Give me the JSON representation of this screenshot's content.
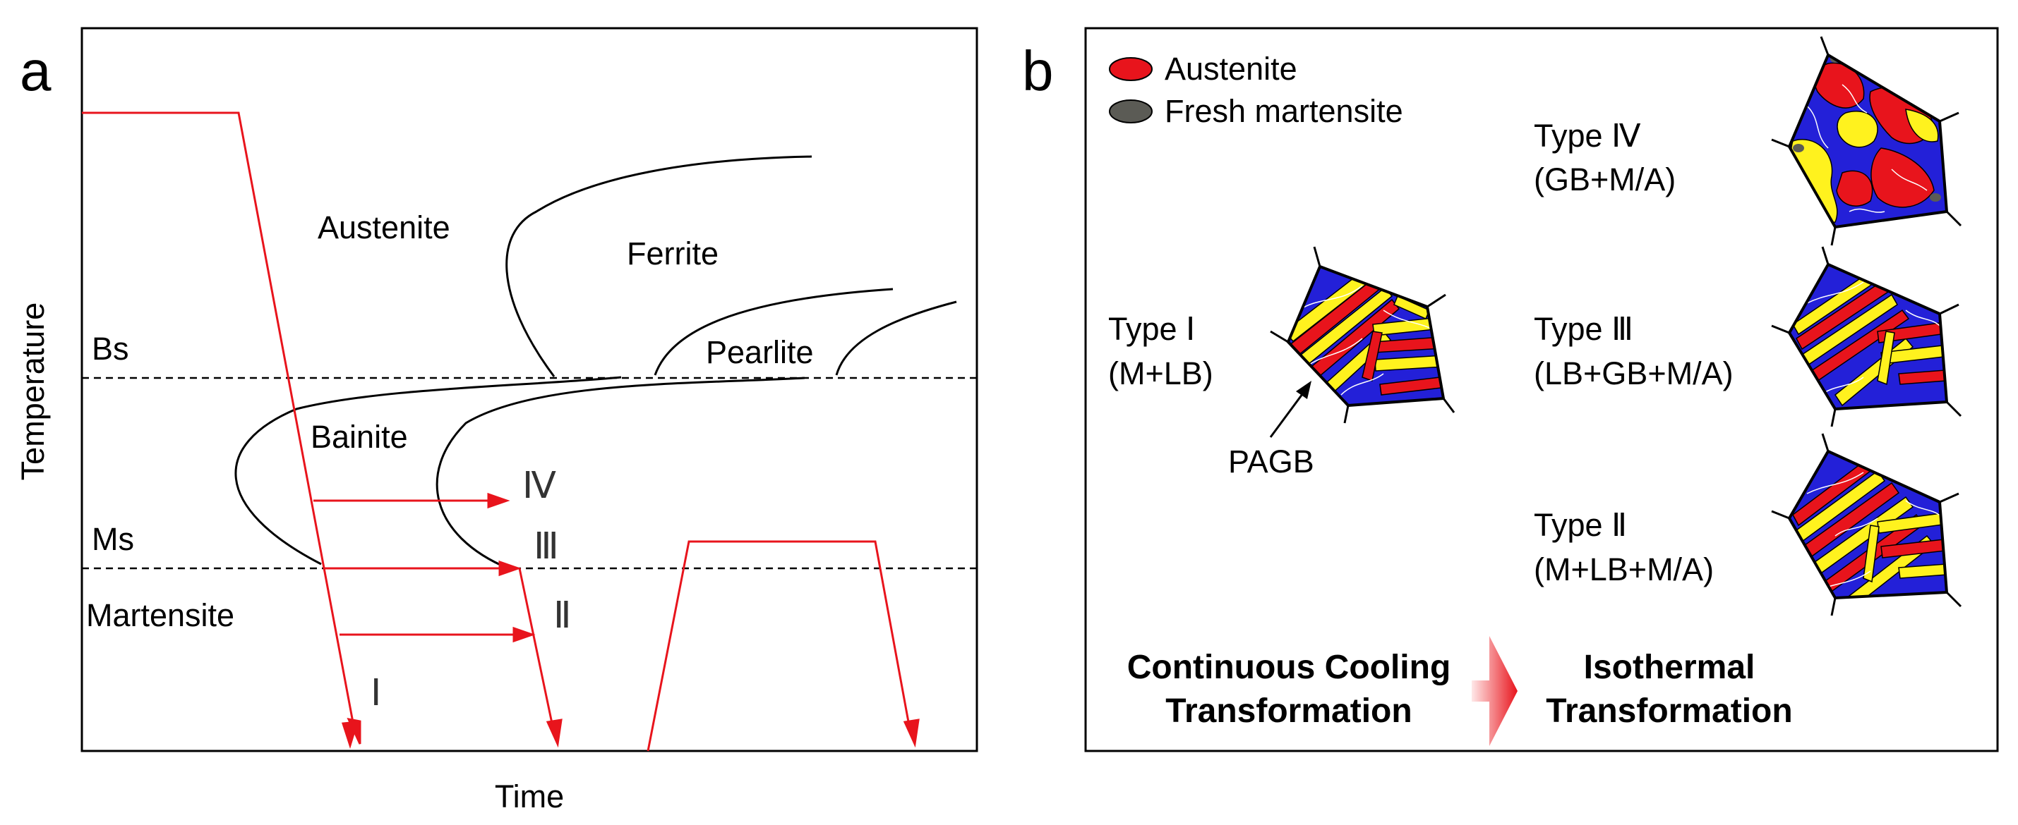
{
  "panel_a": {
    "letter": "a",
    "xlabel": "Time",
    "ylabel": "Temperature",
    "regions": {
      "austenite": "Austenite",
      "ferrite": "Ferrite",
      "pearlite": "Pearlite",
      "bainite": "Bainite",
      "martensite": "Martensite"
    },
    "lines": {
      "bs": "Bs",
      "ms": "Ms"
    },
    "paths": {
      "p1": "Ⅰ",
      "p2": "Ⅱ",
      "p3": "Ⅲ",
      "p4": "Ⅳ"
    }
  },
  "panel_b": {
    "letter": "b",
    "legend": [
      {
        "label": "Austenite",
        "color": "#e8141c"
      },
      {
        "label": "Fresh martensite",
        "color": "#5b5b55"
      }
    ],
    "types": [
      {
        "id": "I",
        "title": "Type Ⅰ",
        "detail": "(M+LB)"
      },
      {
        "id": "IV",
        "title": "Type Ⅳ",
        "detail": "(GB+M/A)"
      },
      {
        "id": "III",
        "title": "Type Ⅲ",
        "detail": "(LB+GB+M/A)"
      },
      {
        "id": "II",
        "title": "Type Ⅱ",
        "detail": "(M+LB+M/A)"
      }
    ],
    "pagb_label": "PAGB",
    "bottom_left": [
      "Continuous Cooling",
      "Transformation"
    ],
    "bottom_right": [
      "Isothermal",
      "Transformation"
    ]
  },
  "colors": {
    "red": "#e8141c",
    "blue": "#2320d8",
    "yellow": "#fff21e",
    "black": "#111111"
  }
}
